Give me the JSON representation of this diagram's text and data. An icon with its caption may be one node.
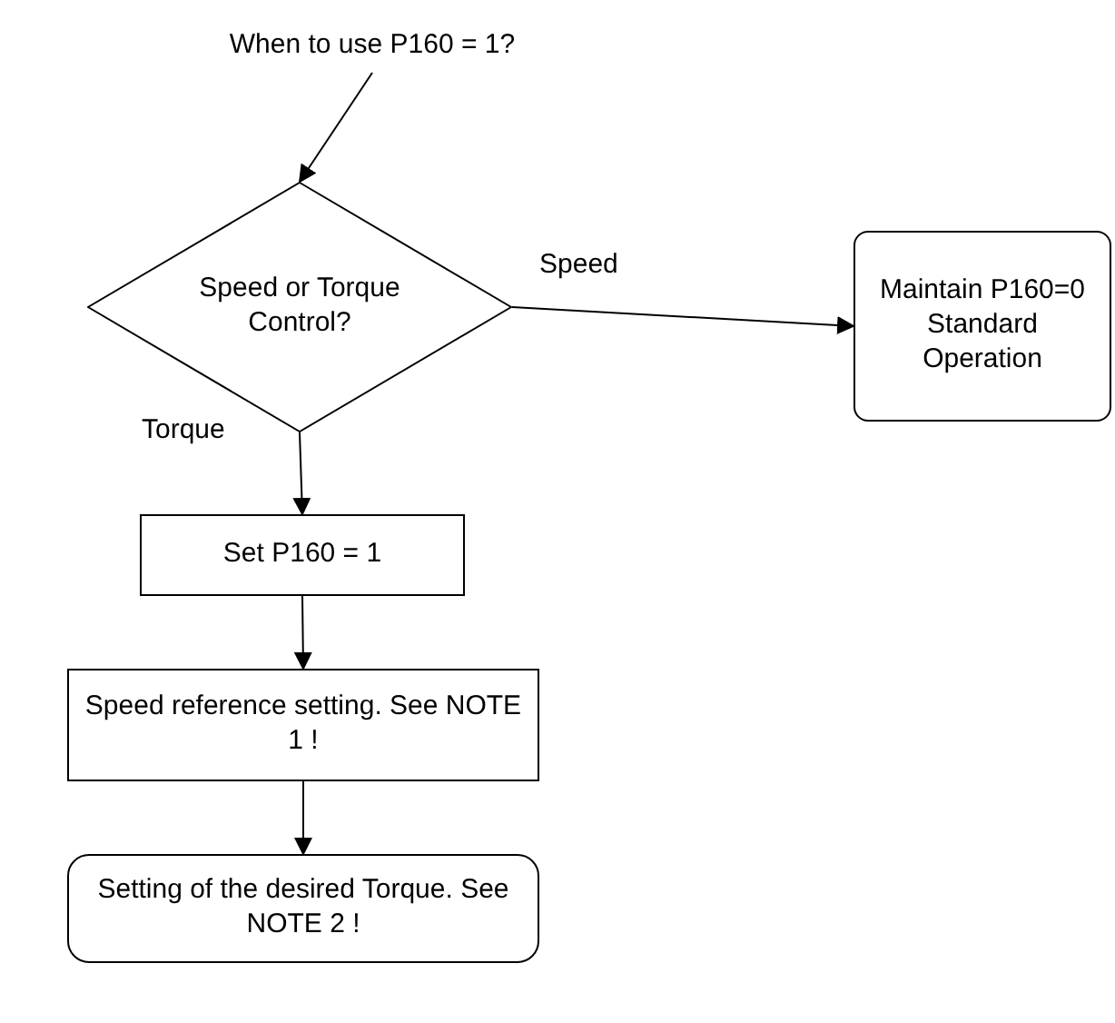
{
  "diagram": {
    "nodes": [
      {
        "text": [
          "When to use P160 = 1?"
        ]
      },
      {
        "text": [
          "Speed or Torque Control?"
        ]
      },
      {
        "text": [
          "Maintain P160=0 Standard Operation"
        ]
      },
      {
        "text": [
          "Set P160 = 1"
        ]
      },
      {
        "text": [
          "Speed reference setting. See NOTE 1 !"
        ]
      },
      {
        "text": [
          "Setting of the desired Torque. See NOTE 2 !"
        ]
      }
    ],
    "edges": [
      {
        "from": 0,
        "to": 1,
        "arrow": "to"
      },
      {
        "from": 1,
        "to": 2,
        "arrow": "to",
        "label": "Speed"
      },
      {
        "from": 1,
        "to": 3,
        "arrow": "to",
        "label": "Torque"
      },
      {
        "from": 3,
        "to": 4,
        "arrow": "to"
      },
      {
        "from": 4,
        "to": 5,
        "arrow": "to"
      }
    ]
  }
}
